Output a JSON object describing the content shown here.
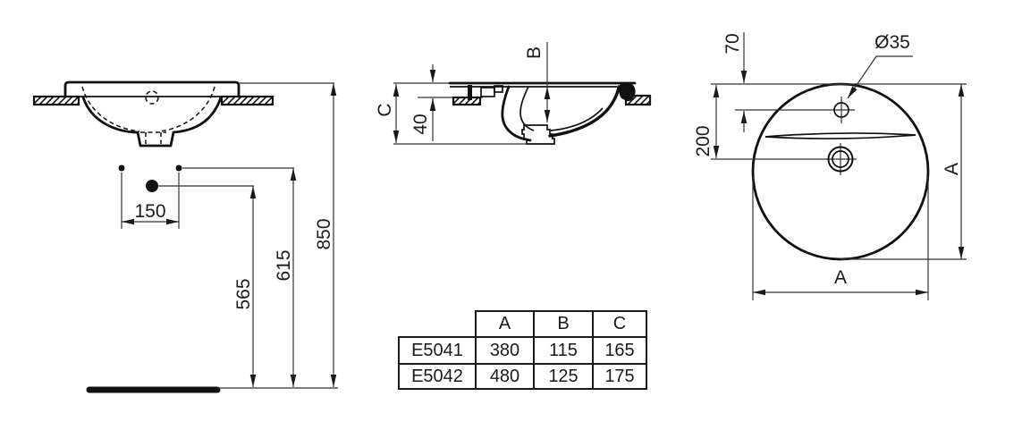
{
  "colors": {
    "line": "#1a1a1a",
    "background": "#ffffff"
  },
  "front_view": {
    "dim_tap_spacing": "150",
    "dim_height_565": "565",
    "dim_height_615": "615",
    "dim_height_850": "850"
  },
  "section_view": {
    "dim_c": "C",
    "dim_40": "40",
    "dim_b": "B"
  },
  "top_view": {
    "dim_70": "70",
    "dim_200": "200",
    "dim_hole_diameter": "Ø35",
    "dim_width": "A",
    "dim_height": "A"
  },
  "table": {
    "headers": [
      "",
      "A",
      "B",
      "C"
    ],
    "rows": [
      {
        "model": "E5041",
        "A": "380",
        "B": "115",
        "C": "165"
      },
      {
        "model": "E5042",
        "A": "480",
        "B": "125",
        "C": "175"
      }
    ]
  }
}
